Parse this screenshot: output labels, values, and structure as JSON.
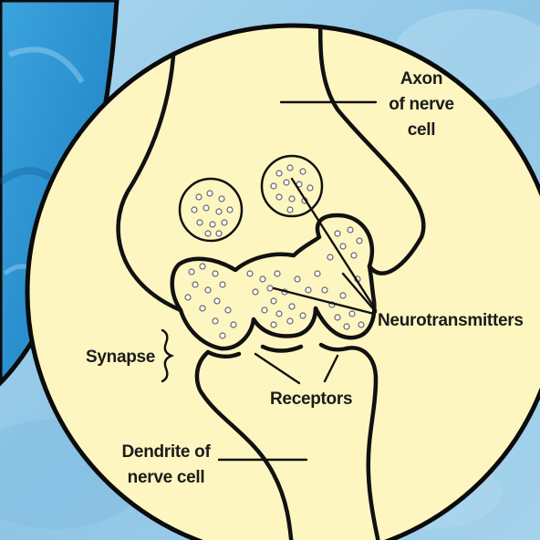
{
  "diagram": {
    "labels": {
      "axon_line1": "Axon",
      "axon_line2": "of nerve",
      "axon_line3": "cell",
      "neurotransmitters": "Neurotransmitters",
      "synapse": "Synapse",
      "receptors": "Receptors",
      "dendrite_line1": "Dendrite of",
      "dendrite_line2": "nerve cell"
    },
    "colors": {
      "magnifier_fill": "#fdf6c0",
      "outline": "#111111",
      "background_blue": "#8fc8e8",
      "left_panel_blue": "#2a8fd0"
    }
  }
}
